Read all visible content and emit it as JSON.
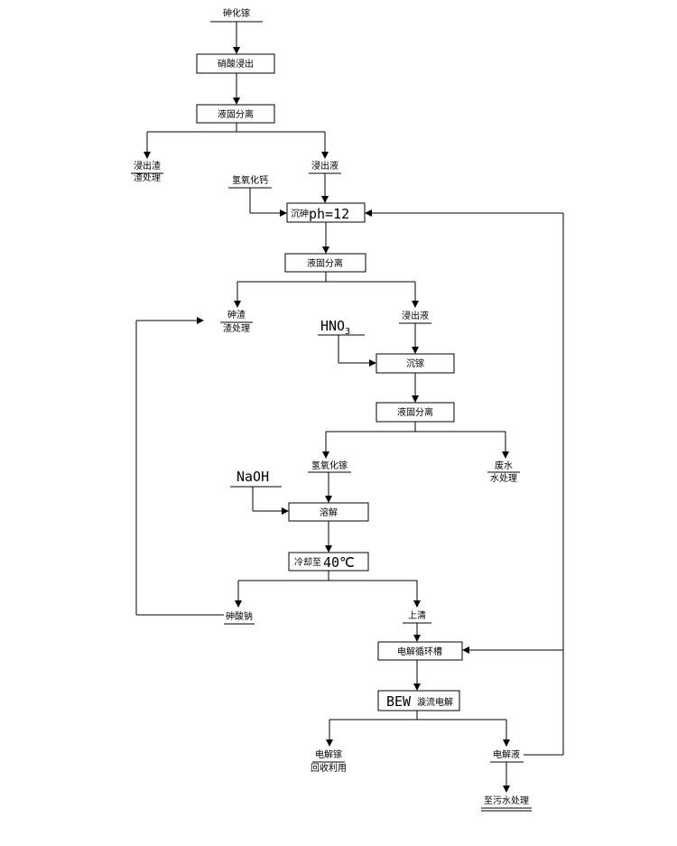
{
  "nodes": {
    "start": "砷化镓",
    "acid_leach": "硝酸浸出",
    "sep1": "液固分离",
    "residue1_a": "浸出渣",
    "residue1_b": "渣处理",
    "leachate1": "浸出液",
    "calcium_hydroxide": "氢氧化钙",
    "precip_as_prefix": "沉砷",
    "precip_as_ph": "ph=12",
    "sep2": "液固分离",
    "as_slag_a": "砷渣",
    "as_slag_b": "渣处理",
    "leachate2": "浸出液",
    "hno3_main": "HNO",
    "hno3_sub": "3",
    "precip_ga": "沉镓",
    "sep3": "液固分离",
    "ga_hydroxide": "氢氧化镓",
    "wastewater_a": "废水",
    "wastewater_b": "水处理",
    "naoh": "NaOH",
    "dissolve": "溶解",
    "cool_prefix": "冷却至",
    "cool_temp": "40℃",
    "arsenate": "砷酸钠",
    "supernatant": "上清",
    "electrolysis_tank": "电解循环槽",
    "bew_prefix": "BEW",
    "bew_suffix": "漩流电解",
    "ga_metal_a": "电解镓",
    "ga_metal_b": "回收利用",
    "electrolyte": "电解液",
    "to_sewage": "至污水处理"
  }
}
